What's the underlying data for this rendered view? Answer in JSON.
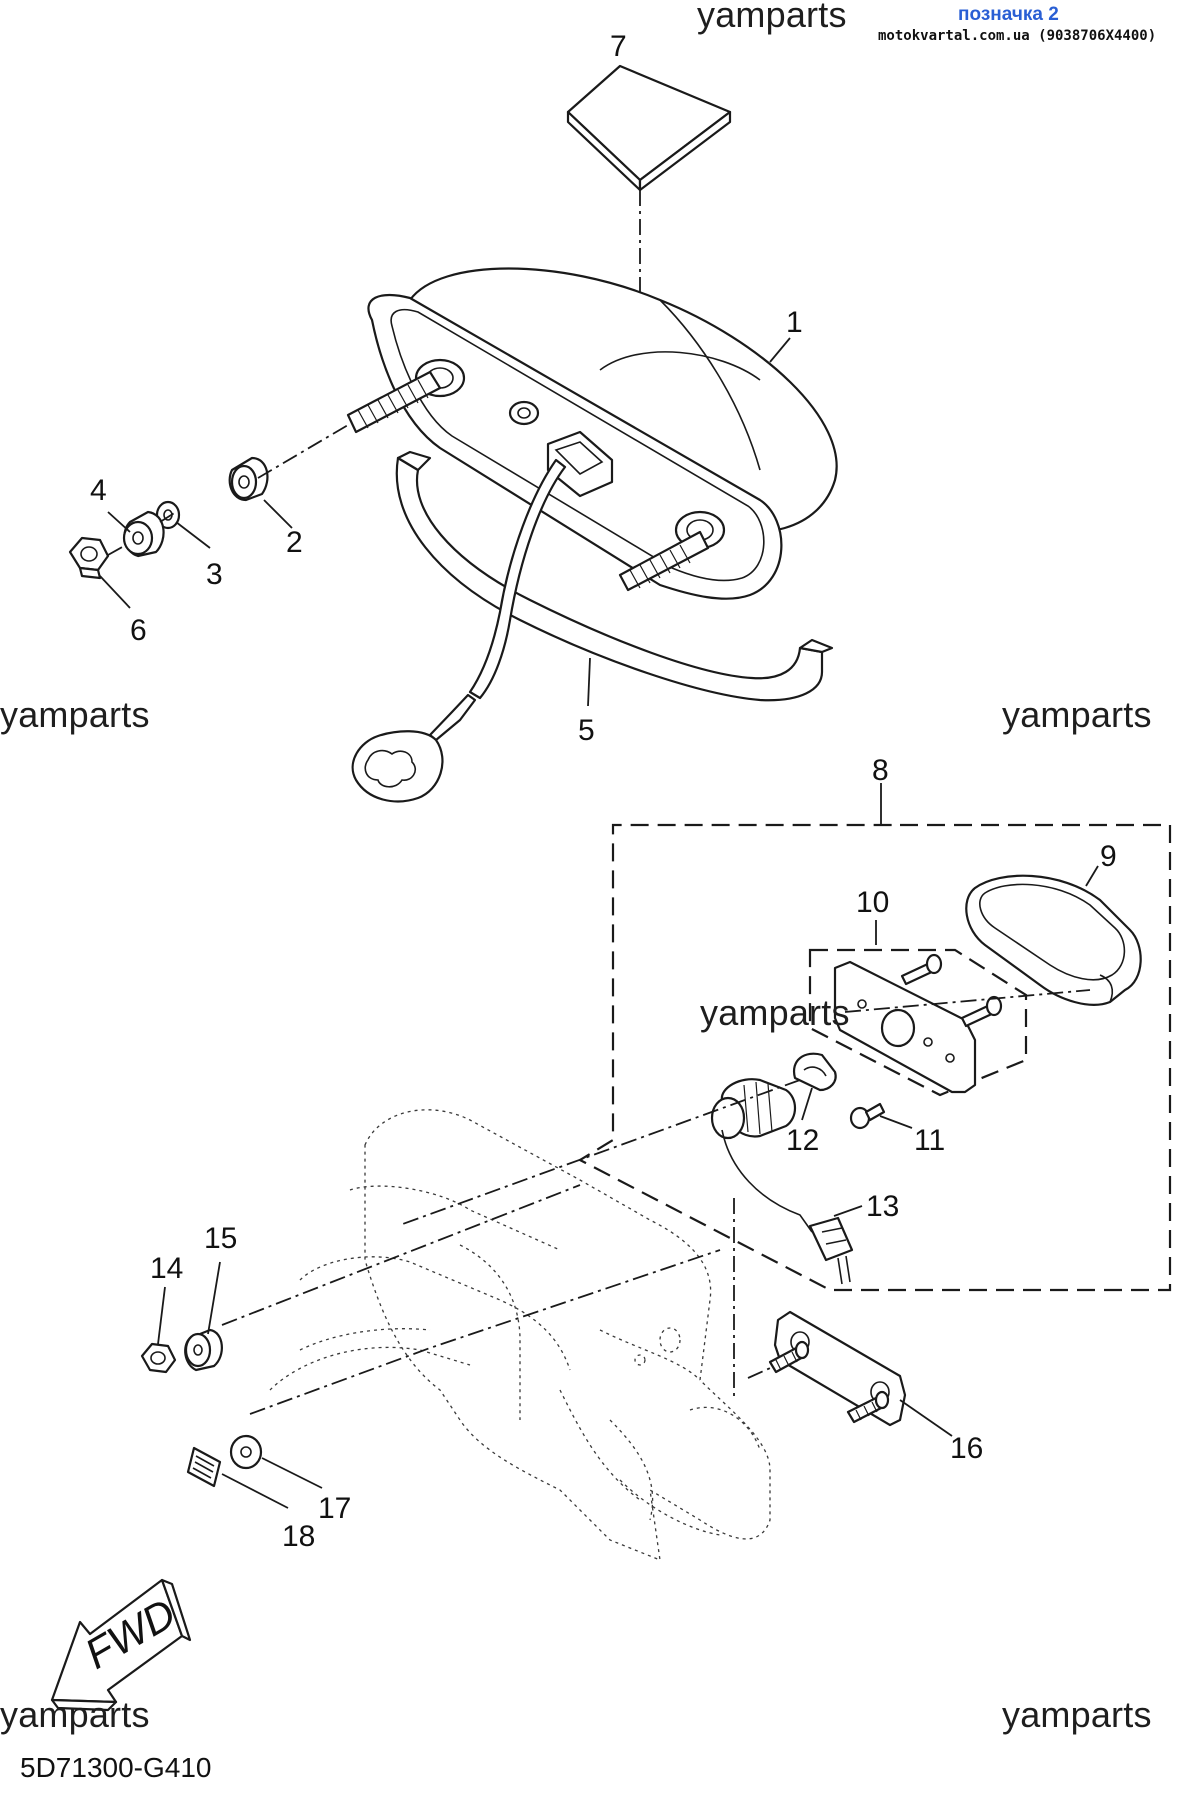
{
  "header": {
    "link_text": "позначка 2",
    "site_text": "motokvartal.com.ua (9038706X4400)"
  },
  "watermarks": [
    "yamparts",
    "yamparts",
    "yamparts",
    "yamparts",
    "yamparts",
    "yamparts"
  ],
  "diagram_code": "5D71300-G410",
  "fwd_label": "FWD",
  "callouts": [
    "1",
    "2",
    "3",
    "4",
    "5",
    "6",
    "7",
    "8",
    "9",
    "10",
    "11",
    "12",
    "13",
    "14",
    "15",
    "16",
    "17",
    "18"
  ]
}
